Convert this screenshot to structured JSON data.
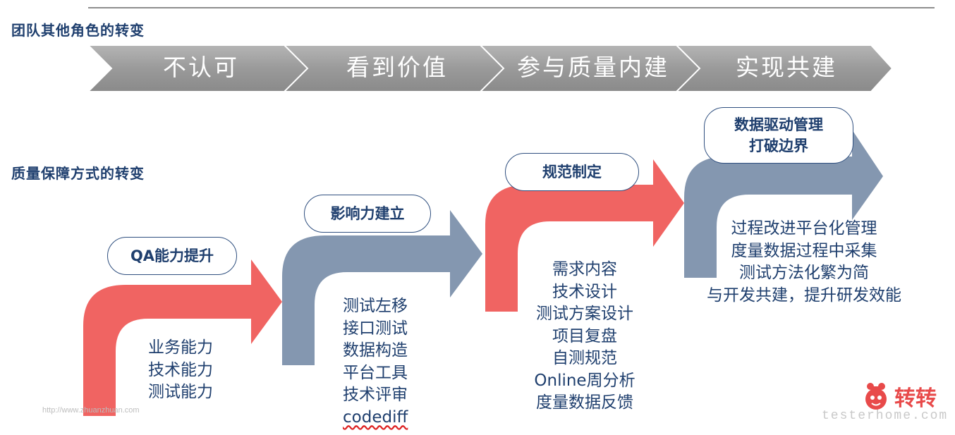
{
  "headings": {
    "team_roles": "团队其他角色的转变",
    "qa_approach": "质量保障方式的转变"
  },
  "stages": [
    {
      "label": "不认可"
    },
    {
      "label": "看到价值"
    },
    {
      "label": "参与质量内建"
    },
    {
      "label": "实现共建"
    }
  ],
  "steps": [
    {
      "title": "QA能力提升",
      "items": [
        "业务能力",
        "技术能力",
        "测试能力"
      ],
      "arrow_color": "#f06462"
    },
    {
      "title": "影响力建立",
      "items": [
        "测试左移",
        "接口测试",
        "数据构造",
        "平台工具",
        "技术评审",
        "codediff"
      ],
      "arrow_color": "#8497b0"
    },
    {
      "title": "规范制定",
      "items": [
        "需求内容",
        "技术设计",
        "测试方案设计",
        "项目复盘",
        "自测规范",
        "Online周分析",
        "度量数据反馈"
      ],
      "arrow_color": "#f06462"
    },
    {
      "title_lines": [
        "数据驱动管理",
        "打破边界"
      ],
      "items": [
        "过程改进平台化管理",
        "度量数据过程中采集",
        "测试方法化繁为简",
        "与开发共建，提升研发效能"
      ],
      "arrow_color": "#8497b0"
    }
  ],
  "footer": {
    "url": "http://www.zhuanzhuan.com",
    "watermark": "testerhome.com",
    "brand": "转转"
  },
  "colors": {
    "chevron": "#9a9a9a",
    "title_text": "#1f3f6e",
    "accent_red": "#f06462",
    "accent_blue": "#8497b0"
  }
}
